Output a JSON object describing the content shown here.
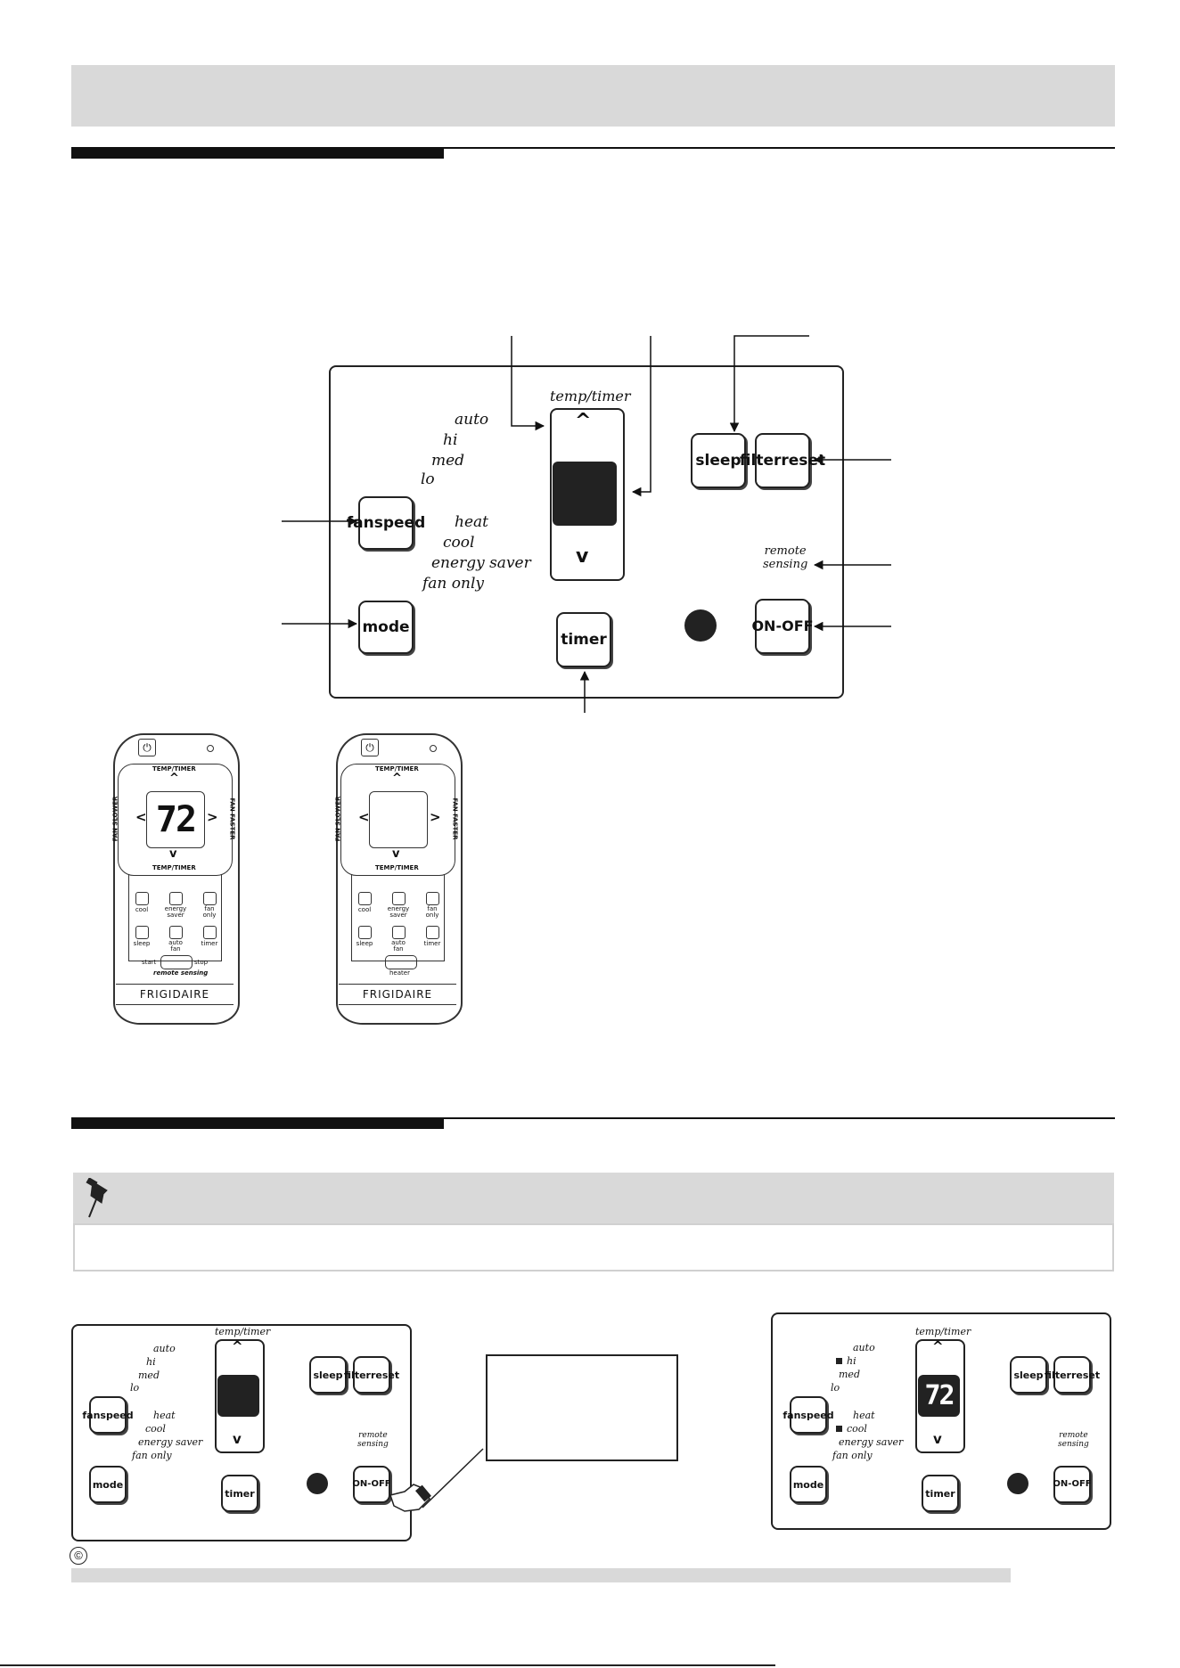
{
  "main_panel": {
    "display_label": "temp/timer",
    "fan_modes": [
      "auto",
      "hi",
      "med",
      "lo"
    ],
    "op_modes": [
      "heat",
      "cool",
      "energy saver",
      "fan only"
    ],
    "buttons": {
      "fan_speed": [
        "fan",
        "speed"
      ],
      "mode": "mode",
      "timer": "timer",
      "sleep": "sleep",
      "filter_reset": [
        "filter",
        "reset"
      ],
      "on_off": [
        "ON-",
        "OFF"
      ]
    },
    "remote_sensing": [
      "remote",
      "sensing"
    ],
    "up": "^",
    "down": "v"
  },
  "remotes": [
    {
      "display": "72",
      "power_symbol": "⏻",
      "top_label": "TEMP/TIMER",
      "bottom_label": "TEMP/TIMER",
      "left_label": "FAN SLOWER",
      "right_label": "FAN FASTER",
      "row1": [
        "cool",
        "energy saver",
        "fan only"
      ],
      "row2": [
        "sleep",
        "auto fan",
        "timer"
      ],
      "extra": {
        "start": "start",
        "stop": "stop",
        "sub": "remote sensing"
      },
      "brand": "FRIGIDAIRE"
    },
    {
      "display": "",
      "power_symbol": "⏻",
      "top_label": "TEMP/TIMER",
      "bottom_label": "TEMP/TIMER",
      "left_label": "FAN SLOWER",
      "right_label": "FAN FASTER",
      "row1": [
        "cool",
        "energy saver",
        "fan only"
      ],
      "row2": [
        "sleep",
        "auto fan",
        "timer"
      ],
      "extra": {
        "heater": "heater"
      },
      "brand": "FRIGIDAIRE"
    }
  ],
  "after_panel": {
    "display": "72"
  },
  "footer": {
    "copyright_symbol": "©"
  }
}
